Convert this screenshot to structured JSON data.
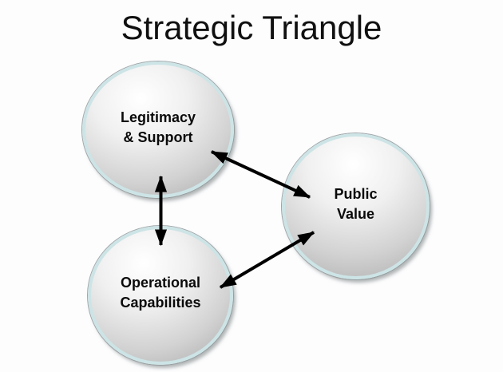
{
  "title": "Strategic Triangle",
  "nodes": {
    "legitimacy": {
      "line1": "Legitimacy",
      "line2": "& Support"
    },
    "public_value": {
      "line1": "Public",
      "line2": "Value"
    },
    "operational": {
      "line1": "Operational",
      "line2": "Capabilities"
    }
  },
  "connections": [
    {
      "from": "Legitimacy & Support",
      "to": "Operational Capabilities",
      "type": "double-headed-arrow"
    },
    {
      "from": "Legitimacy & Support",
      "to": "Public Value",
      "type": "double-headed-arrow"
    },
    {
      "from": "Operational Capabilities",
      "to": "Public Value",
      "type": "double-headed-arrow"
    }
  ],
  "colors": {
    "background": "#fdfdfe",
    "title_text": "#101010",
    "node_text": "#0a0a0a",
    "node_ring": "#cde4e6",
    "node_fill_light": "#ffffff",
    "node_fill_dark": "#8b8b8b",
    "arrow": "#000000"
  }
}
